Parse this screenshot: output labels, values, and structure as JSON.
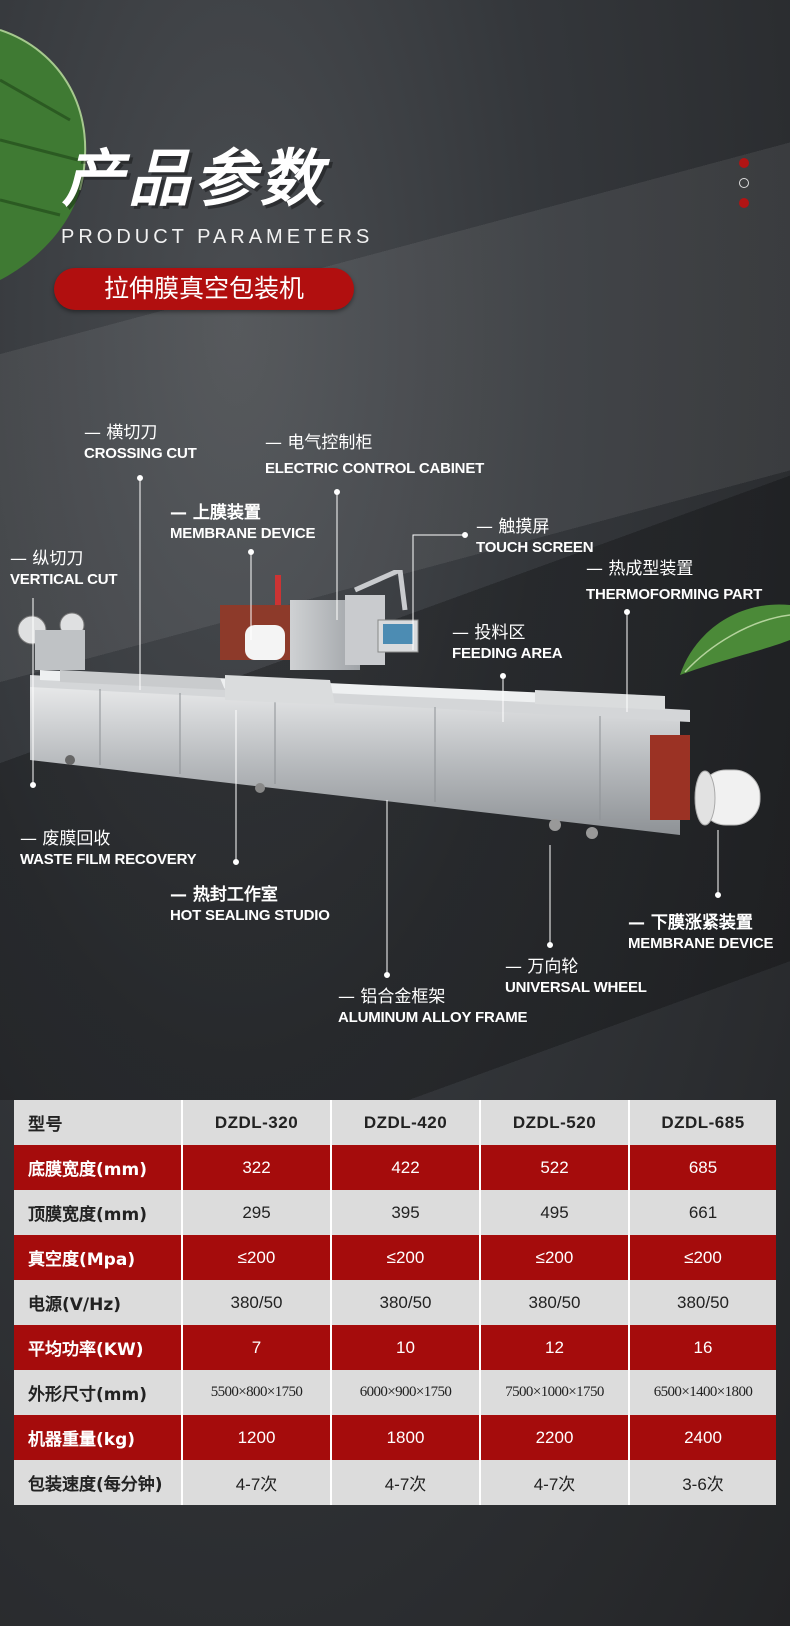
{
  "header": {
    "title_cn": "产品参数",
    "title_en": "PRODUCT PARAMETERS",
    "product_name": "拉伸膜真空包装机"
  },
  "callouts": {
    "crossing_cut": {
      "cn": "横切刀",
      "en": "CROSSING CUT"
    },
    "electric_cabinet": {
      "cn": "电气控制柜",
      "en": "ELECTRIC CONTROL CABINET"
    },
    "membrane_device_top": {
      "cn": "上膜装置",
      "en": "MEMBRANE  DEVICE"
    },
    "touch_screen": {
      "cn": "触摸屏",
      "en": "TOUCH  SCREEN"
    },
    "vertical_cut": {
      "cn": "纵切刀",
      "en": "VERTICAL CUT"
    },
    "thermoforming": {
      "cn": "热成型装置",
      "en": "THERMOFORMING PART"
    },
    "feeding_area": {
      "cn": "投料区",
      "en": "FEEDING AREA"
    },
    "waste_film": {
      "cn": "废膜回收",
      "en": "WASTE FILM RECOVERY"
    },
    "hot_sealing": {
      "cn": "热封工作室",
      "en": "HOT SEALING STUDIO"
    },
    "membrane_device_bottom": {
      "cn": "下膜涨紧装置",
      "en": "MEMBRANE  DEVICE"
    },
    "universal_wheel": {
      "cn": "万向轮",
      "en": "UNIVERSAL WHEEL"
    },
    "aluminum_frame": {
      "cn": "铝合金框架",
      "en": "ALUMINUM ALLOY FRAME"
    },
    "dash": "—"
  },
  "table": {
    "header": [
      "型号",
      "DZDL-320",
      "DZDL-420",
      "DZDL-520",
      "DZDL-685"
    ],
    "rows": [
      [
        "底膜宽度(mm)",
        "322",
        "422",
        "522",
        "685"
      ],
      [
        "顶膜宽度(mm)",
        "295",
        "395",
        "495",
        "661"
      ],
      [
        "真空度(Mpa)",
        "≤200",
        "≤200",
        "≤200",
        "≤200"
      ],
      [
        "电源(V/Hz)",
        "380/50",
        "380/50",
        "380/50",
        "380/50"
      ],
      [
        "平均功率(KW)",
        "7",
        "10",
        "12",
        "16"
      ],
      [
        "外形尺寸(mm)",
        "5500×800×1750",
        "6000×900×1750",
        "7500×1000×1750",
        "6500×1400×1800"
      ],
      [
        "机器重量(kg)",
        "1200",
        "1800",
        "2200",
        "2400"
      ],
      [
        "包装速度(每分钟)",
        "4-7次",
        "4-7次",
        "4-7次",
        "3-6次"
      ]
    ]
  },
  "colors": {
    "accent_red": "#a50c0c",
    "row_light": "#dcdcdc",
    "background": "#2e3033"
  }
}
